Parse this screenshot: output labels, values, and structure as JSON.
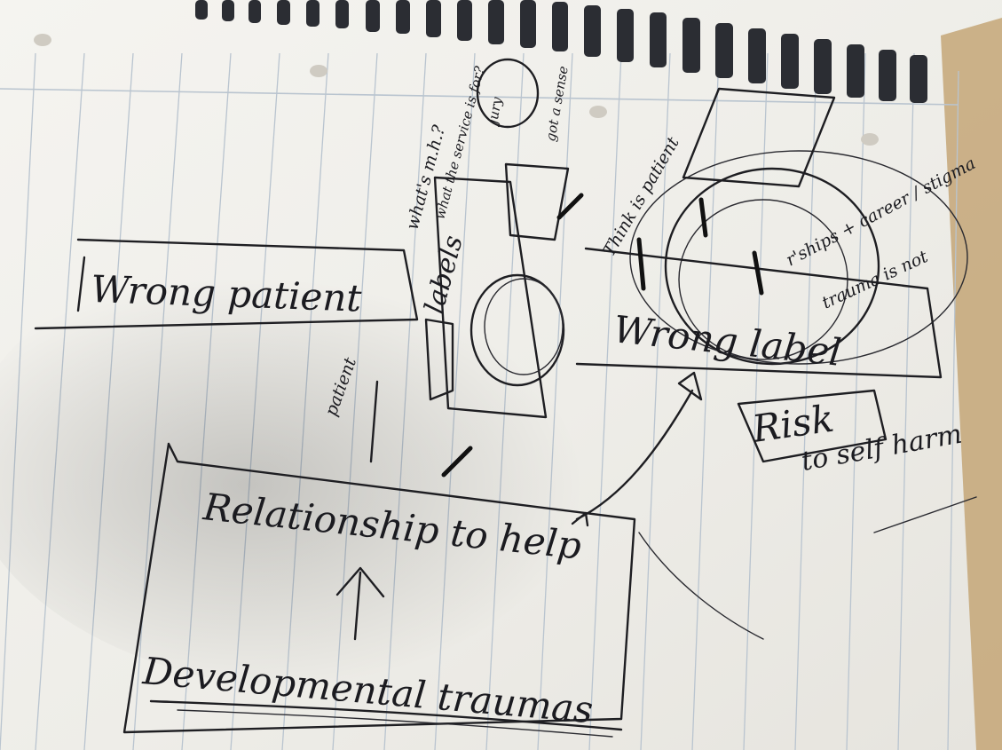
{
  "notes": {
    "wrong_patient": "Wrong patient",
    "relationship": "Relationship to help",
    "developmental": "Developmental traumas",
    "wrong_label": "Wrong label",
    "risk": "Risk",
    "to_self_harm": "to self harm",
    "labels": "labels",
    "patient": "patient",
    "what_makes": "what's m.h.?",
    "what_service": "what the service is for?",
    "think": "Think is patient",
    "relationships": "r'ships + career / stigma",
    "trauma": "trauma is not",
    "got_sense": "got a sense",
    "jury": "jury"
  },
  "colors": {
    "paper": "#f2f0ea",
    "rule_line": "#b9c4cf",
    "ink": "#1e1e22",
    "desk": "#b89a6a"
  }
}
